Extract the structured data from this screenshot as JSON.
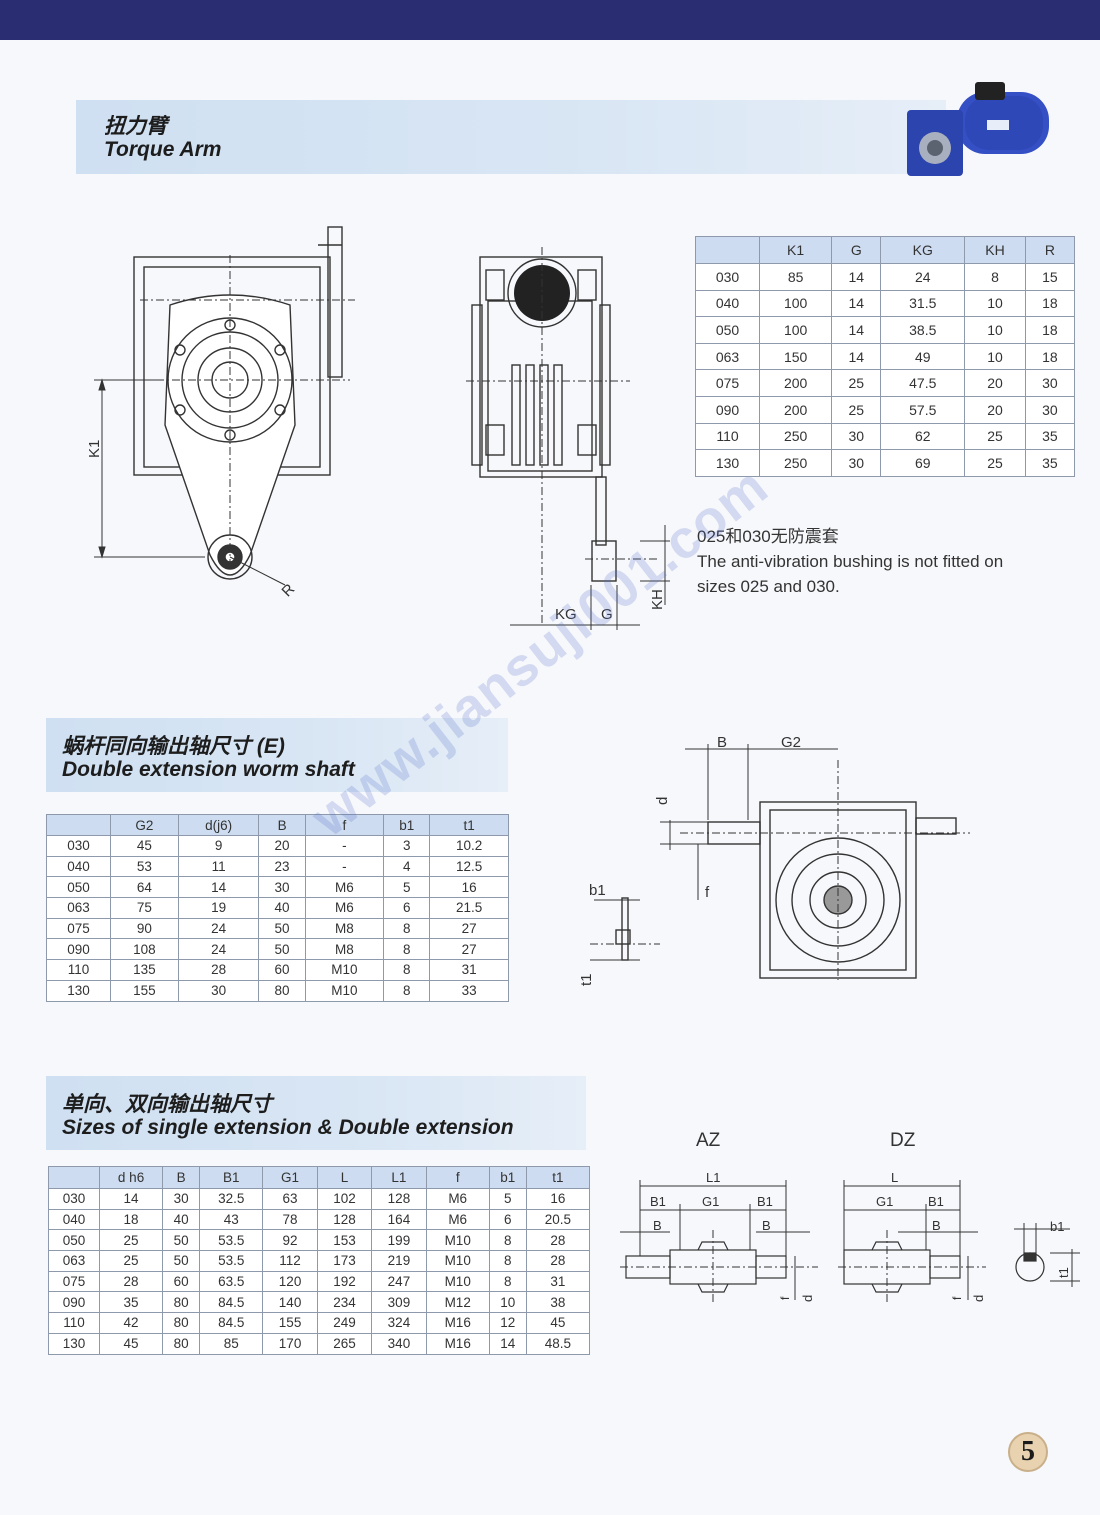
{
  "section1": {
    "title_cn": "扭力臂",
    "title_en": "Torque Arm"
  },
  "torque_table": {
    "headers": [
      "",
      "K1",
      "G",
      "KG",
      "KH",
      "R"
    ],
    "rows": [
      [
        "030",
        "85",
        "14",
        "24",
        "8",
        "15"
      ],
      [
        "040",
        "100",
        "14",
        "31.5",
        "10",
        "18"
      ],
      [
        "050",
        "100",
        "14",
        "38.5",
        "10",
        "18"
      ],
      [
        "063",
        "150",
        "14",
        "49",
        "10",
        "18"
      ],
      [
        "075",
        "200",
        "25",
        "47.5",
        "20",
        "30"
      ],
      [
        "090",
        "200",
        "25",
        "57.5",
        "20",
        "30"
      ],
      [
        "110",
        "250",
        "30",
        "62",
        "25",
        "35"
      ],
      [
        "130",
        "250",
        "30",
        "69",
        "25",
        "35"
      ]
    ]
  },
  "note": {
    "cn": "025和030无防震套",
    "en_line1": "The anti-vibration bushing is not fitted on",
    "en_line2": "sizes 025 and 030."
  },
  "torque_labels": {
    "k1": "K1",
    "r": "R",
    "kg": "KG",
    "g": "G",
    "kh": "KH"
  },
  "section2": {
    "title_cn": "蜗杆同向输出轴尺寸 (E)",
    "title_en": "Double extension worm shaft"
  },
  "worm_table": {
    "headers": [
      "",
      "G2",
      "d(j6)",
      "B",
      "f",
      "b1",
      "t1"
    ],
    "rows": [
      [
        "030",
        "45",
        "9",
        "20",
        "-",
        "3",
        "10.2"
      ],
      [
        "040",
        "53",
        "11",
        "23",
        "-",
        "4",
        "12.5"
      ],
      [
        "050",
        "64",
        "14",
        "30",
        "M6",
        "5",
        "16"
      ],
      [
        "063",
        "75",
        "19",
        "40",
        "M6",
        "6",
        "21.5"
      ],
      [
        "075",
        "90",
        "24",
        "50",
        "M8",
        "8",
        "27"
      ],
      [
        "090",
        "108",
        "24",
        "50",
        "M8",
        "8",
        "27"
      ],
      [
        "110",
        "135",
        "28",
        "60",
        "M10",
        "8",
        "31"
      ],
      [
        "130",
        "155",
        "30",
        "80",
        "M10",
        "8",
        "33"
      ]
    ]
  },
  "worm_labels": {
    "b": "B",
    "g2": "G2",
    "d": "d",
    "f": "f",
    "b1": "b1",
    "t1": "t1"
  },
  "section3": {
    "title_cn": "单向、双向输出轴尺寸",
    "title_en": "Sizes of single extension & Double extension"
  },
  "output_table": {
    "headers": [
      "",
      "d h6",
      "B",
      "B1",
      "G1",
      "L",
      "L1",
      "f",
      "b1",
      "t1"
    ],
    "rows": [
      [
        "030",
        "14",
        "30",
        "32.5",
        "63",
        "102",
        "128",
        "M6",
        "5",
        "16"
      ],
      [
        "040",
        "18",
        "40",
        "43",
        "78",
        "128",
        "164",
        "M6",
        "6",
        "20.5"
      ],
      [
        "050",
        "25",
        "50",
        "53.5",
        "92",
        "153",
        "199",
        "M10",
        "8",
        "28"
      ],
      [
        "063",
        "25",
        "50",
        "53.5",
        "112",
        "173",
        "219",
        "M10",
        "8",
        "28"
      ],
      [
        "075",
        "28",
        "60",
        "63.5",
        "120",
        "192",
        "247",
        "M10",
        "8",
        "31"
      ],
      [
        "090",
        "35",
        "80",
        "84.5",
        "140",
        "234",
        "309",
        "M12",
        "10",
        "38"
      ],
      [
        "110",
        "42",
        "80",
        "84.5",
        "155",
        "249",
        "324",
        "M16",
        "12",
        "45"
      ],
      [
        "130",
        "45",
        "80",
        "85",
        "170",
        "265",
        "340",
        "M16",
        "14",
        "48.5"
      ]
    ]
  },
  "shaft_labels": {
    "az": "AZ",
    "dz": "DZ",
    "l1": "L1",
    "l": "L",
    "b1": "B1",
    "g1": "G1",
    "b": "B",
    "d": "d",
    "f": "f",
    "lb1": "b1",
    "t1": "t1"
  },
  "watermark": "www.jiansuji001.com",
  "page_number": "5",
  "colors": {
    "header_bar": "#2b2d73",
    "band": "#d3e2f3",
    "table_head": "#cddcf0",
    "motor_blue": "#2f48b8"
  }
}
